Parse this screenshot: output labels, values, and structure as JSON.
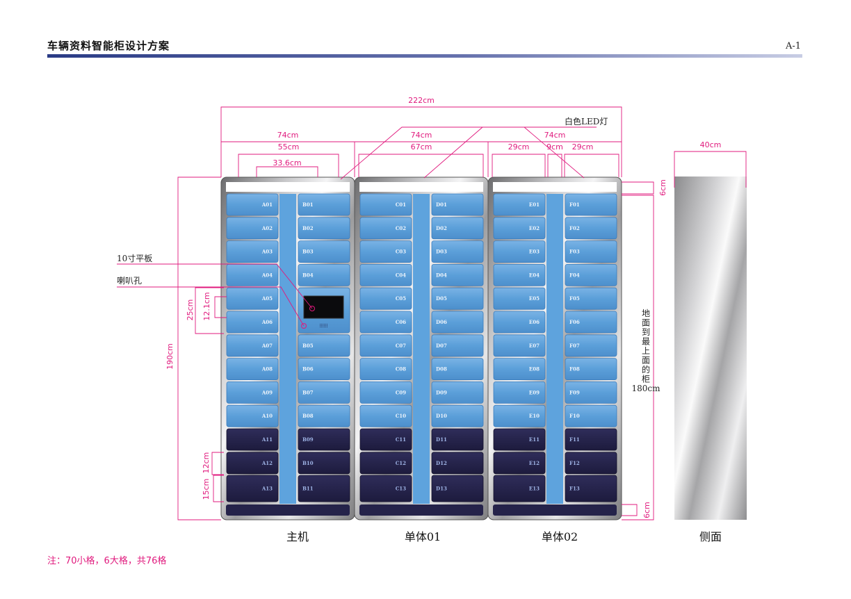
{
  "header": {
    "title": "车辆资料智能柜设计方案",
    "page": "A-1"
  },
  "note": "注：70小格，6大格，共76格",
  "labels": {
    "led": "白色LED灯",
    "tablet": "10寸平板",
    "speaker": "喇叭孔",
    "floor_to_top": "地面到最上面的柜180cm"
  },
  "dimensions": {
    "total_width": "222cm",
    "unit_widths": [
      "74cm",
      "74cm",
      "74cm"
    ],
    "main_inner": "55cm",
    "main_door": "33.6cm",
    "unit01_inner": "67cm",
    "unit02_left": "29cm",
    "unit02_mid": "9cm",
    "unit02_right": "29cm",
    "side_depth": "40cm",
    "height_total": "190cm",
    "row_pair": "25cm",
    "row_small": "12.1cm",
    "row_dark": "12cm",
    "row_large": "15cm",
    "top_band": "6cm",
    "bottom_band": "6cm"
  },
  "captions": {
    "main": "主机",
    "unit01": "单体01",
    "unit02": "单体02",
    "side": "侧面"
  },
  "cabinets": [
    {
      "left": [
        "A01",
        "A02",
        "A03",
        "A04",
        "A05",
        "A06",
        "A07",
        "A08",
        "A09",
        "A10",
        "A11",
        "A12",
        "A13"
      ],
      "right": [
        "B01",
        "B02",
        "B03",
        "B04",
        "B05",
        "B06",
        "B07",
        "B08",
        "B09",
        "B10",
        "B11"
      ]
    },
    {
      "left": [
        "C01",
        "C02",
        "C03",
        "C04",
        "C05",
        "C06",
        "C07",
        "C08",
        "C09",
        "C10",
        "C11",
        "C12",
        "C13"
      ],
      "right": [
        "D01",
        "D02",
        "D03",
        "D04",
        "D05",
        "D06",
        "D07",
        "D08",
        "D09",
        "D10",
        "D11",
        "D12",
        "D13"
      ]
    },
    {
      "left": [
        "E01",
        "E02",
        "E03",
        "E04",
        "E05",
        "E06",
        "E07",
        "E08",
        "E09",
        "E10",
        "E11",
        "E12",
        "E13"
      ],
      "right": [
        "F01",
        "F02",
        "F03",
        "F04",
        "F05",
        "F06",
        "F07",
        "F08",
        "F09",
        "F10",
        "F11",
        "F12",
        "F13"
      ]
    }
  ],
  "colors": {
    "light_cell": "#62a3dc",
    "dark_cell": "#25234a",
    "dimension": "#e0197d"
  }
}
